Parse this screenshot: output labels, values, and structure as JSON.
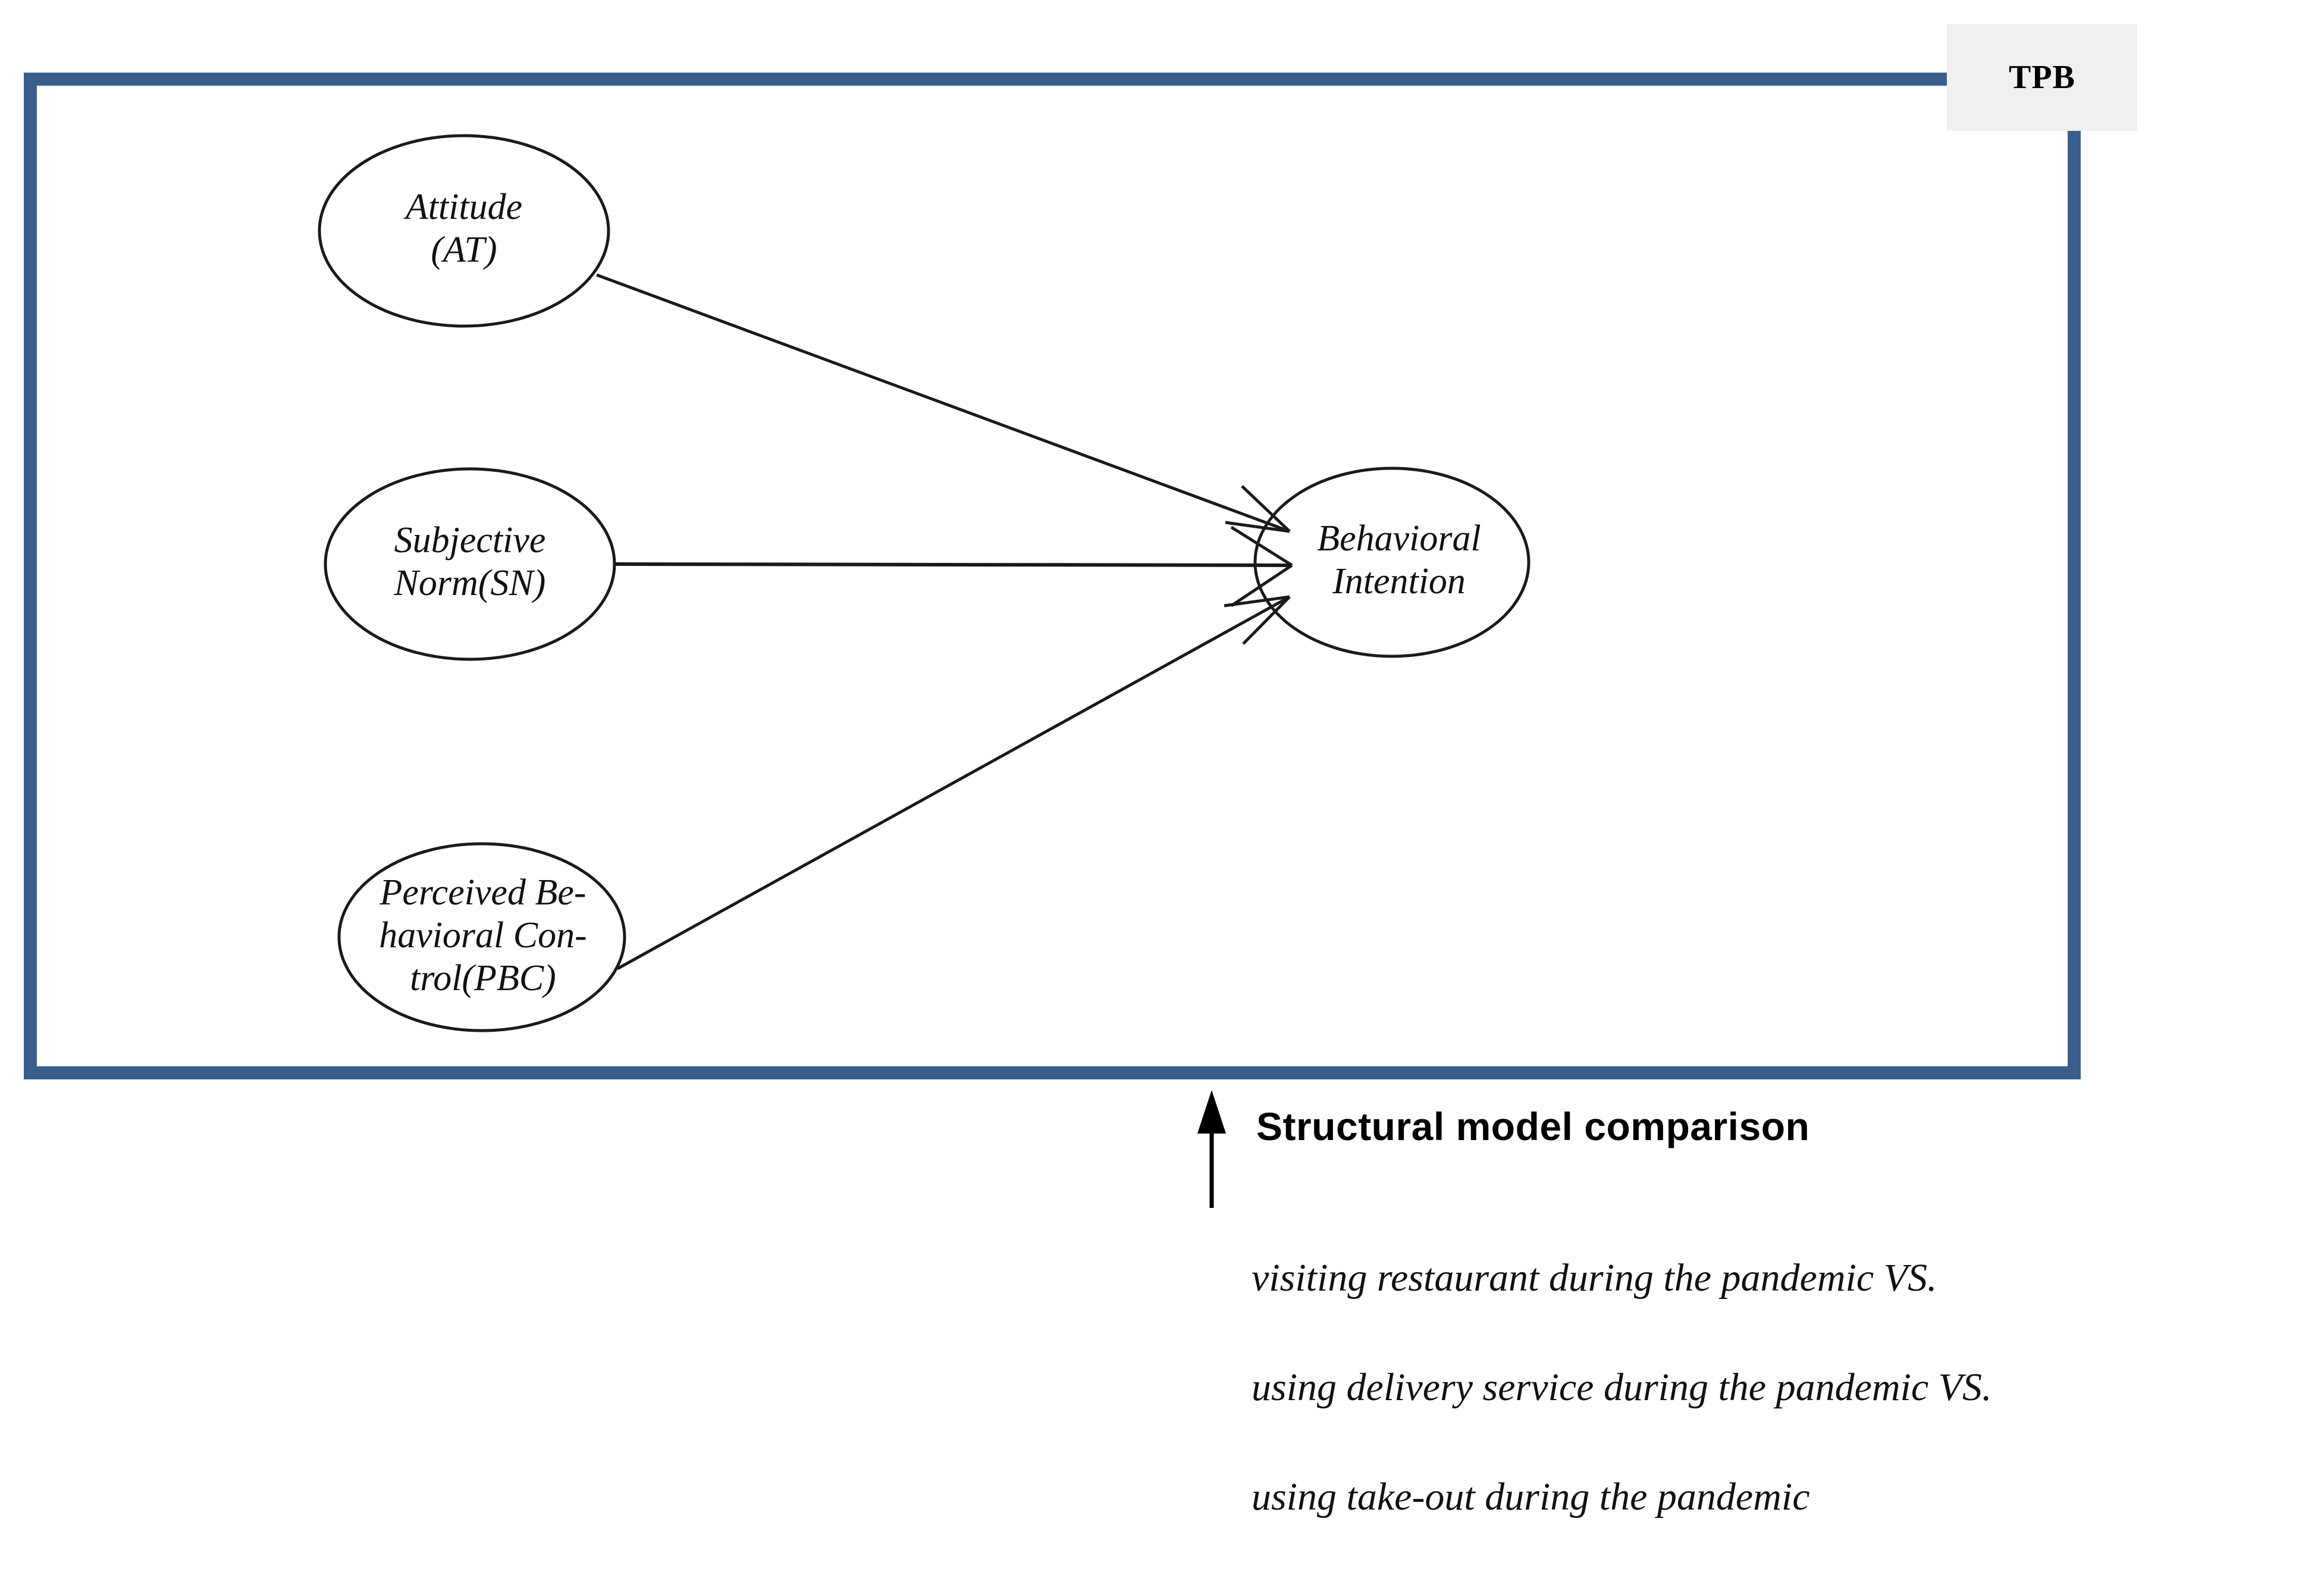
{
  "panel": {
    "tab_label": "TPB",
    "border_color": "#3B5F8C",
    "tab_bg_color": "#F0F0F0"
  },
  "nodes": [
    {
      "id": "attitude",
      "lines": [
        "Attitude",
        "(AT)"
      ]
    },
    {
      "id": "subjective-norm",
      "lines": [
        "Subjective",
        "Norm(SN)"
      ]
    },
    {
      "id": "pbc",
      "lines": [
        "Perceived Be-",
        "havioral Con-",
        "trol(PBC)"
      ]
    },
    {
      "id": "behavioral-intention",
      "lines": [
        "Behavioral",
        "Intention"
      ]
    }
  ],
  "node_labels": {
    "attitude_l1": "Attitude",
    "attitude_l2": "(AT)",
    "sn_l1": "Subjective",
    "sn_l2": "Norm(SN)",
    "pbc_l1": "Perceived Be-",
    "pbc_l2": "havioral Con-",
    "pbc_l3": "trol(PBC)",
    "bi_l1": "Behavioral",
    "bi_l2": "Intention"
  },
  "edges": [
    {
      "from": "attitude",
      "to": "behavioral-intention",
      "arrow": true
    },
    {
      "from": "subjective-norm",
      "to": "behavioral-intention",
      "arrow": true
    },
    {
      "from": "pbc",
      "to": "behavioral-intention",
      "arrow": true
    }
  ],
  "comparison": {
    "label": "Structural model comparison",
    "items": [
      "visiting restaurant during the pandemic VS.",
      "using delivery service during the pandemic VS.",
      "using take-out during the pandemic"
    ]
  }
}
